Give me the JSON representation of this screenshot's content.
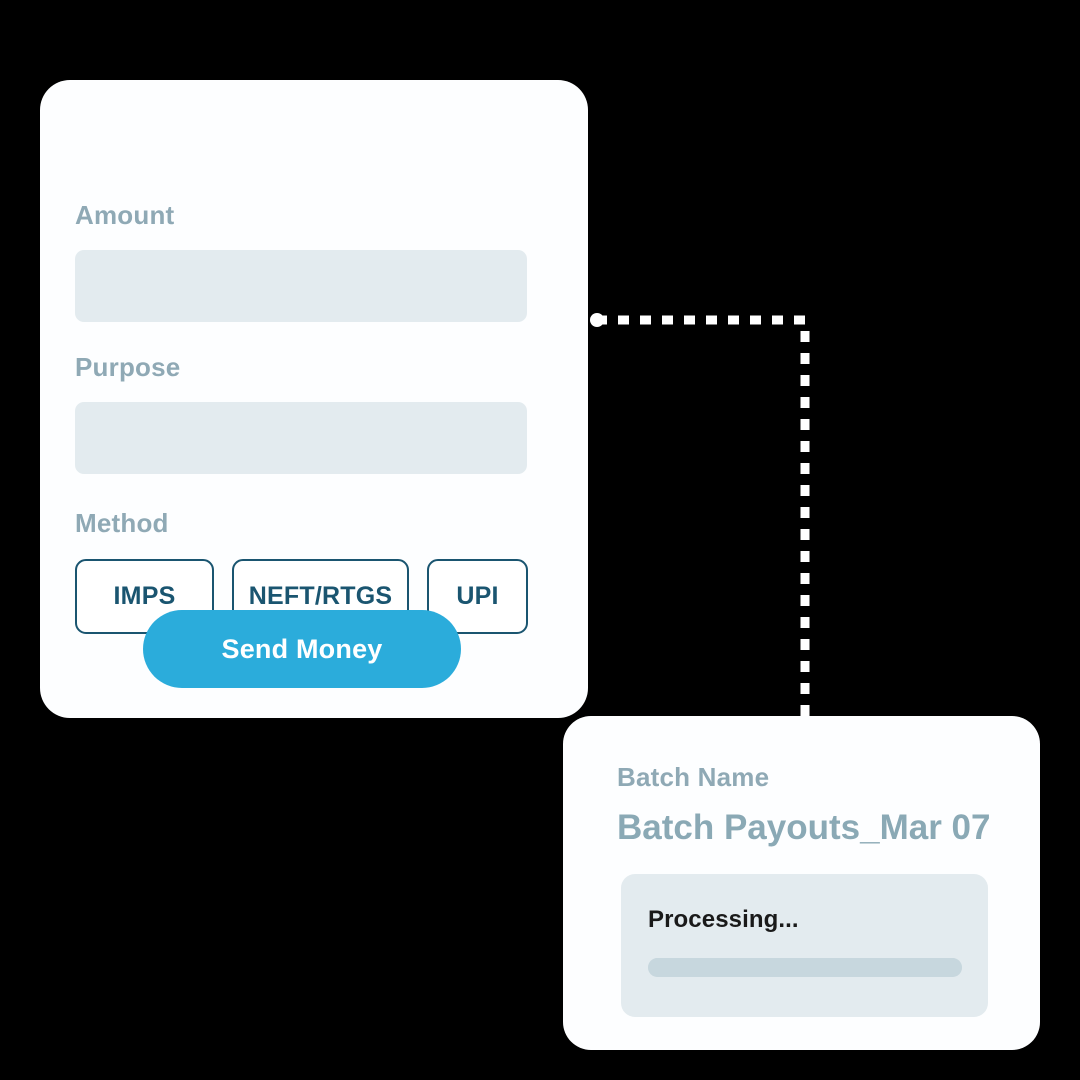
{
  "theme": {
    "background": "#000000",
    "card_background": "#fdfeff",
    "label_color": "#8fa9b5",
    "field_background": "#e3ebef",
    "accent_blue": "#2bacdb",
    "outline_teal": "#1a5570",
    "status_text_color": "#1a1a1a",
    "progress_track_color": "#c7d7de",
    "connector_color": "#ffffff"
  },
  "payout_form": {
    "amount": {
      "label": "Amount",
      "value": "",
      "placeholder": ""
    },
    "purpose": {
      "label": "Purpose",
      "value": "",
      "placeholder": ""
    },
    "method": {
      "label": "Method",
      "options": [
        {
          "label": "IMPS",
          "selected": false
        },
        {
          "label": "NEFT/RTGS",
          "selected": false
        },
        {
          "label": "UPI",
          "selected": false
        }
      ]
    },
    "submit": {
      "label": "Send Money"
    }
  },
  "batch_card": {
    "label": "Batch Name",
    "value": "Batch Payouts_Mar 07",
    "status": {
      "text": "Processing...",
      "progress_percent": 100
    }
  },
  "connector": {
    "icon": "dashed-elbow-connector",
    "dash_pattern": "11 11",
    "stroke_width": 9
  }
}
